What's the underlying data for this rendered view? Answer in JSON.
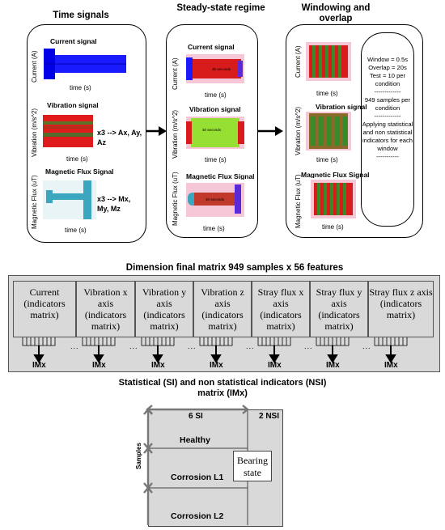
{
  "stages": {
    "time_signals": "Time signals",
    "steady_state": "Steady-state regime",
    "windowing": "Windowing and overlap"
  },
  "plots": {
    "current_title": "Current signal",
    "vibration_title": "Vibration signal",
    "flux_title": "Magnetic Flux Signal",
    "current_ylabel": "Current (A)",
    "vibration_ylabel": "Vibration (m/s^2)",
    "flux_ylabel": "Magnetic Flux (uT)",
    "xlabel": "time (s)",
    "x3_vibration": "x3 --> Ax, Ay, Az",
    "x3_flux": "x3 --> Mx, My, Mz",
    "seconds_label": "30 seconds"
  },
  "window_info": {
    "line1": "Window = 0.5s",
    "line2": "Overlap = 20s",
    "line3": "Test = 10 per condition",
    "sep1": "-------------",
    "line4": "949 samples per condition",
    "sep2": "-------------",
    "line5": "Applying statistical and non statistical indicators for each window",
    "sep3": "-----------"
  },
  "matrix": {
    "title": "Dimension final matrix 949 samples x 56 features",
    "cells": [
      "Current (indicators matrix)",
      "Vibration x axis (indicators matrix)",
      "Vibration y axis (indicators matrix)",
      "Vibration z axis (indicators matrix)",
      "Stray flux x axis (indicators matrix)",
      "Stray flux y axis (indicators matrix)",
      "Stray flux z axis (indicators matrix)"
    ],
    "imx": "IMx",
    "ellipsis": "..."
  },
  "indicators": {
    "title": "Statistical (SI) and non statistical indicators (NSI) matrix (IMx)",
    "si": "6 SI",
    "nsi": "2 NSI",
    "samples": "Samples",
    "healthy": "Healthy",
    "corrosion_l1": "Corrosion L1",
    "corrosion_l2": "Corrosion L2",
    "bearing_state": "Bearing state"
  }
}
